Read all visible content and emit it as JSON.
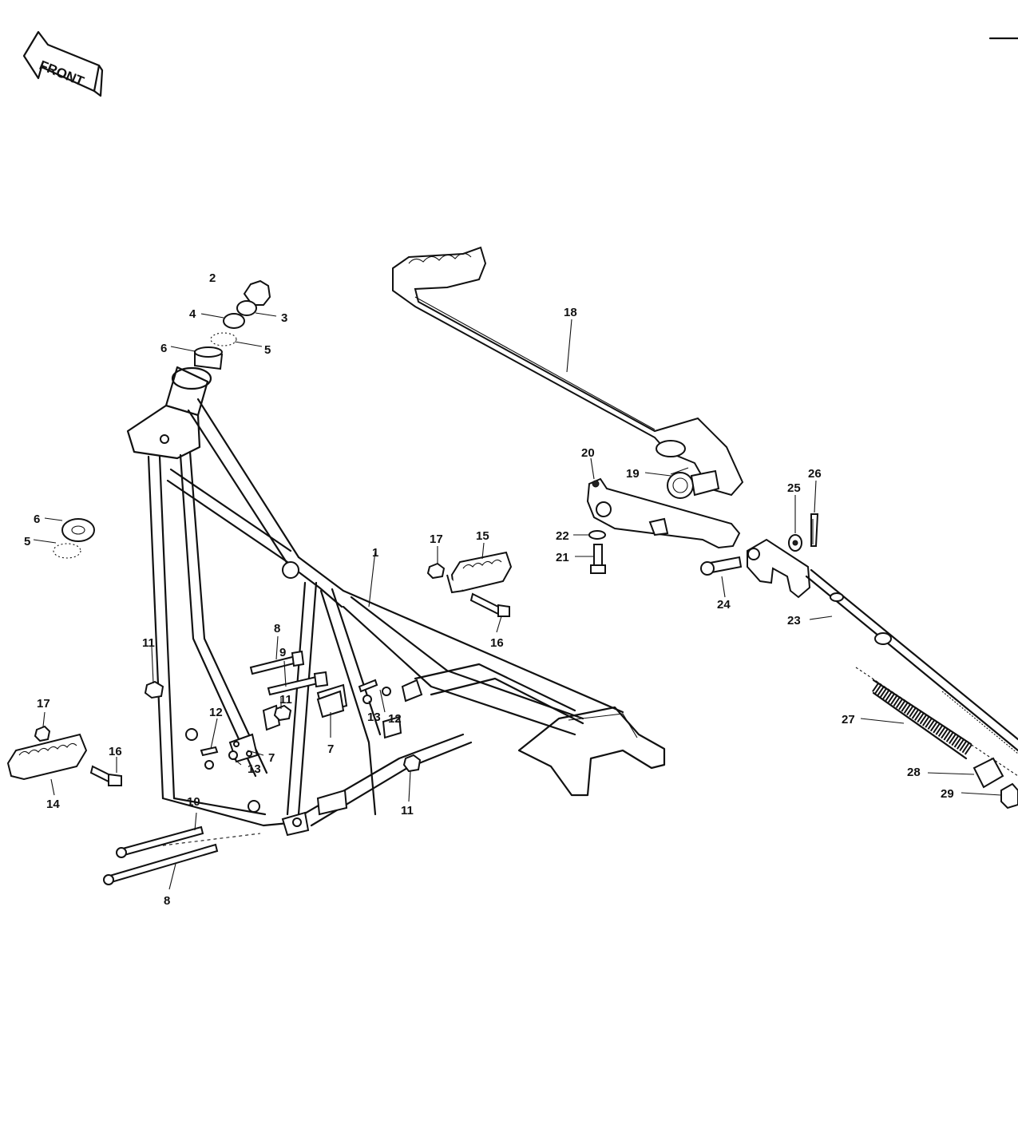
{
  "front_arrow": {
    "text": "FRONT"
  },
  "callouts": {
    "c1": "1",
    "c2": "2",
    "c3": "3",
    "c4": "4",
    "c5a": "5",
    "c5b": "5",
    "c6a": "6",
    "c6b": "6",
    "c7a": "7",
    "c7b": "7",
    "c8a": "8",
    "c8b": "8",
    "c9": "9",
    "c10": "10",
    "c11a": "11",
    "c11b": "11",
    "c11c": "11",
    "c12a": "12",
    "c12b": "12",
    "c13a": "13",
    "c13b": "13",
    "c14": "14",
    "c15": "15",
    "c16a": "16",
    "c16b": "16",
    "c17a": "17",
    "c17b": "17",
    "c18": "18",
    "c19": "19",
    "c20": "20",
    "c21": "21",
    "c22": "22",
    "c23": "23",
    "c24": "24",
    "c25": "25",
    "c26": "26",
    "c27": "27",
    "c28": "28",
    "c29": "29"
  }
}
